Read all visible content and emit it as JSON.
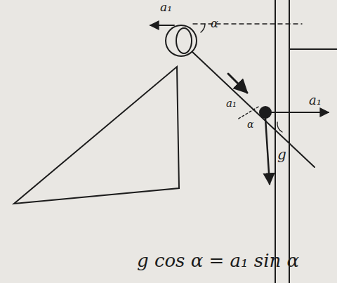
{
  "diagram": {
    "labels": [
      "a₁",
      "α",
      "a₁",
      "α",
      "a₁",
      "g",
      "g cos α = a₁ sin α"
    ]
  }
}
